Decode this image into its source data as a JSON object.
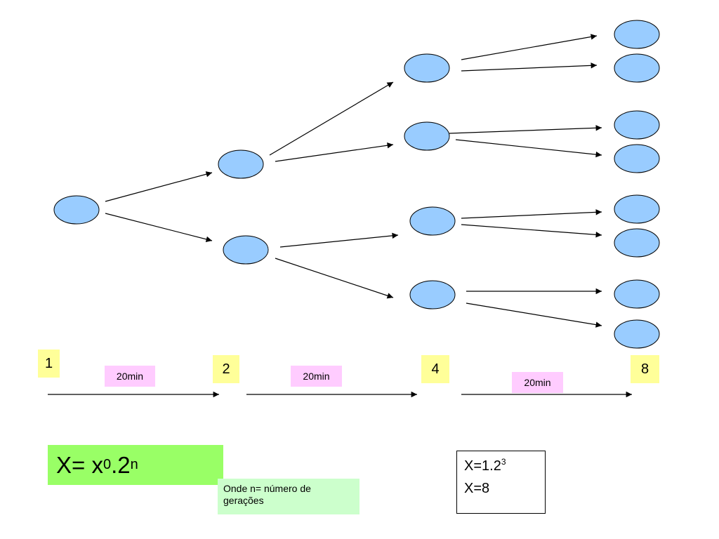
{
  "counts": [
    "1",
    "2",
    "4",
    "8"
  ],
  "interval_label": "20min",
  "formula": {
    "lhs": "X= x",
    "sub": "0",
    "mid": ".2",
    "sup": "n"
  },
  "note": "Onde n= número de gerações",
  "calc": {
    "line1_base": "X=1.2",
    "line1_exp": "3",
    "line2": "X=8"
  },
  "colors": {
    "cell_fill": "#99ccff",
    "count_bg": "#ffff99",
    "interval_bg": "#ffccff",
    "formula_bg": "#99ff66",
    "note_bg": "#ccffcc"
  }
}
